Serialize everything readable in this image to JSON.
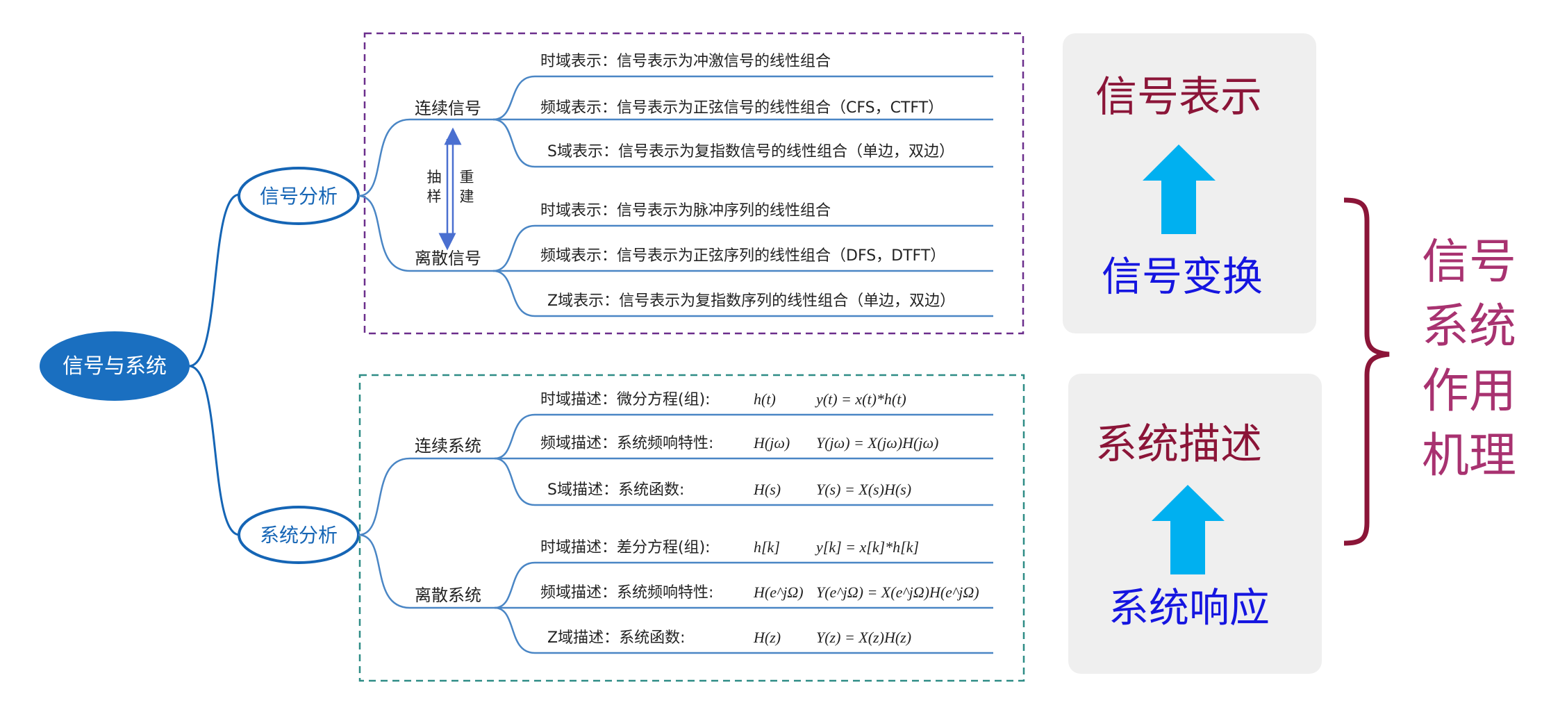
{
  "root": {
    "label": "信号与系统"
  },
  "signal_analysis": {
    "label": "信号分析",
    "continuous": {
      "label": "连续信号",
      "items": [
        {
          "label": "时域表示：信号表示为冲激信号的线性组合"
        },
        {
          "label": "频域表示：信号表示为正弦信号的线性组合（CFS，CTFT）"
        },
        {
          "label": "S域表示：信号表示为复指数信号的线性组合（单边，双边）"
        }
      ]
    },
    "discrete": {
      "label": "离散信号",
      "items": [
        {
          "label": "时域表示：信号表示为脉冲序列的线性组合"
        },
        {
          "label": "频域表示：信号表示为正弦序列的线性组合（DFS，DTFT）"
        },
        {
          "label": "Z域表示：信号表示为复指数序列的线性组合（单边，双边）"
        }
      ]
    },
    "sampling": {
      "left_chars": [
        "抽",
        "样"
      ],
      "right_chars": [
        "重",
        "建"
      ]
    }
  },
  "system_analysis": {
    "label": "系统分析",
    "continuous": {
      "label": "连续系统",
      "items": [
        {
          "label": "时域描述：微分方程(组):",
          "f1": "h(t)",
          "f2": "y(t) = x(t)*h(t)"
        },
        {
          "label": "频域描述：系统频响特性:",
          "f1": "H(jω)",
          "f2": "Y(jω) = X(jω)H(jω)"
        },
        {
          "label": "S域描述：系统函数:",
          "f1": "H(s)",
          "f2": "Y(s) = X(s)H(s)"
        }
      ]
    },
    "discrete": {
      "label": "离散系统",
      "items": [
        {
          "label": "时域描述：差分方程(组):",
          "f1": "h[k]",
          "f2": "y[k] = x[k]*h[k]"
        },
        {
          "label": "频域描述：系统频响特性:",
          "f1": "H(e^jΩ)",
          "f2": "Y(e^jΩ) = X(e^jΩ)H(e^jΩ)"
        },
        {
          "label": "Z域描述：系统函数:",
          "f1": "H(z)",
          "f2": "Y(z) = X(z)H(z)"
        }
      ]
    }
  },
  "right_panel": {
    "top_box": {
      "title": "信号表示",
      "subtitle": "信号变换"
    },
    "bottom_box": {
      "title": "系统描述",
      "subtitle": "系统响应"
    },
    "mechanism_lines": [
      "信号",
      "系统",
      "作用",
      "机理"
    ]
  },
  "colors": {
    "branch_blue": "#1565b5",
    "line_blue": "#4a86c5",
    "root_fill": "#1a6fc0",
    "purple_dash": "#6b2e8c",
    "teal_dash": "#2e8c86",
    "arrow_cyan": "#00b0f0",
    "maroon": "#8b1538",
    "mechanism_pink": "#a83270",
    "subtitle_blue": "#1515e0",
    "panel_gray": "#efefef"
  }
}
